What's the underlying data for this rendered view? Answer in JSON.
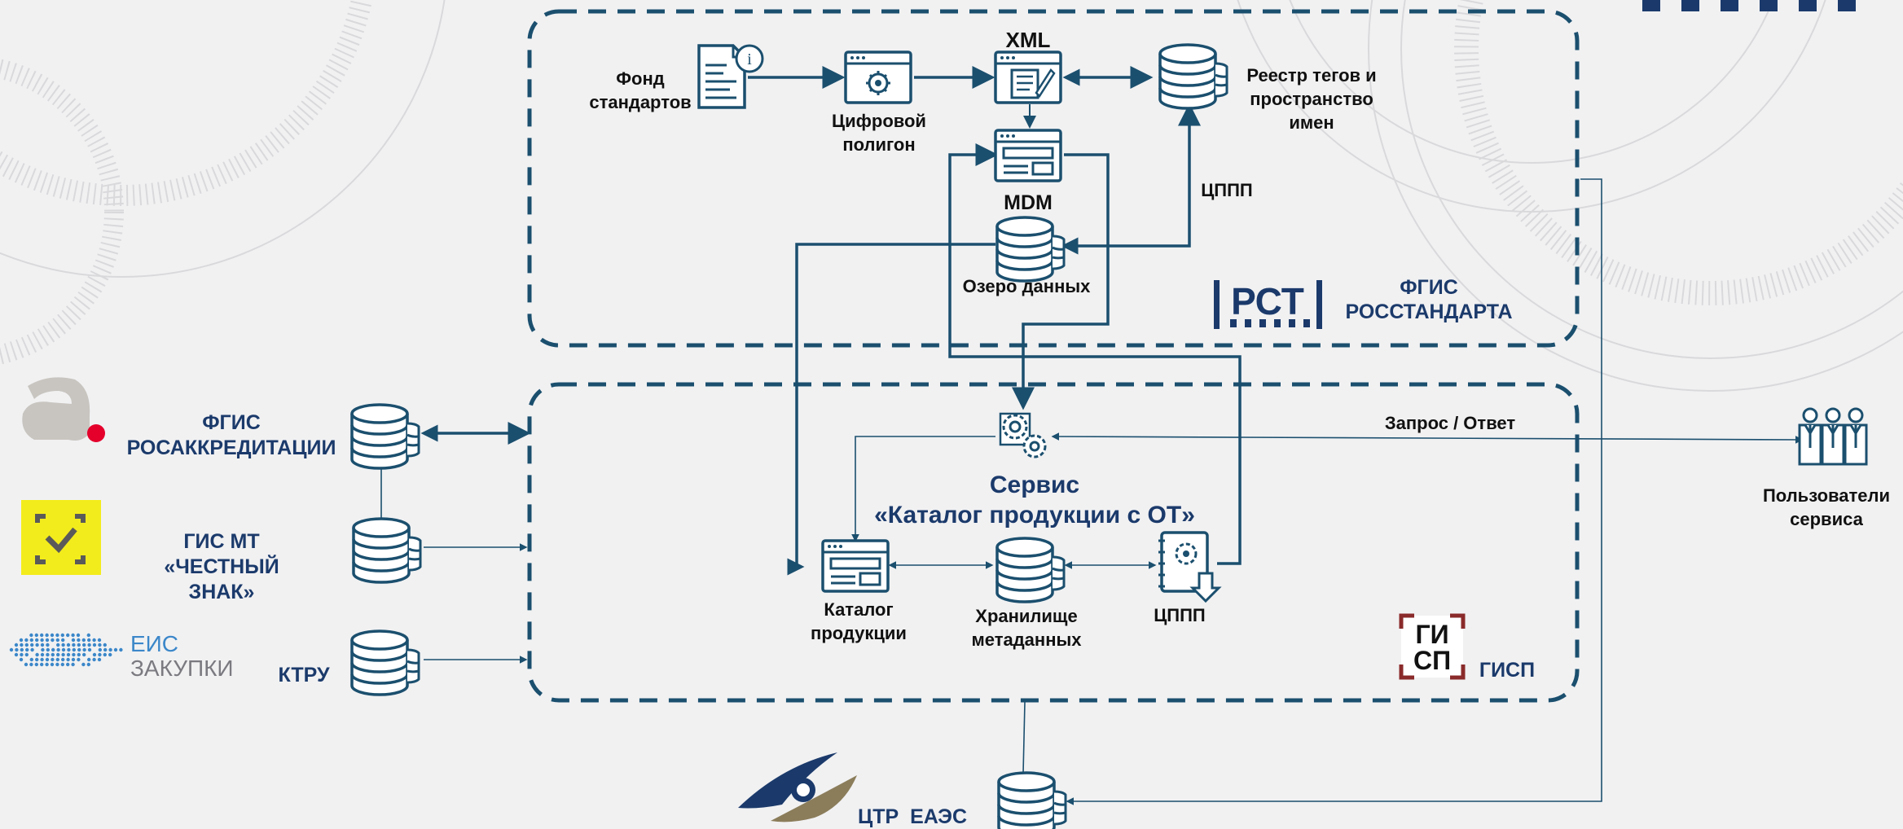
{
  "colors": {
    "accent": "#1b4f6e",
    "heading": "#1b3a6b",
    "red_dot": "#e4002b",
    "yellow_badge": "#f3ec1c",
    "eis_blue": "#3b87c9",
    "gisp_red": "#8a2a2a"
  },
  "rst_box": {
    "fond_label": "Фонд\nстандартов",
    "digital_label": "Цифровой\nполигон",
    "xml_label": "XML",
    "registry_label": "Реестр тегов и\nпространство\nимен",
    "mdm_label": "MDM",
    "cppp_label": "ЦППП",
    "lake_label": "Озеро данных",
    "rst_logo_text": "РСТ",
    "fgis_rst_label": "ФГИС\nРОССТАНДАРТА"
  },
  "gisp_box": {
    "query_label": "Запрос / Ответ",
    "service_title_1": "Сервис",
    "service_title_2": "«Каталог продукции с ОТ»",
    "catalog_label": "Каталог\nпродукции",
    "meta_label": "Хранилище\nметаданных",
    "cppp_label": "ЦППП",
    "gisp_logo_text_1": "ГИ",
    "gisp_logo_text_2": "СП",
    "gisp_label": "ГИСП"
  },
  "external": {
    "fgis_ra_label": "ФГИС\nРОСАККРЕДИТАЦИИ",
    "gis_mt_label": "ГИС МТ\n«ЧЕСТНЫЙ\nЗНАК»",
    "eis_logo_text_1": "ЕИС",
    "eis_logo_text_2": "ЗАКУПКИ",
    "ktru_label": "КТРУ",
    "ctr_label": "ЦТР  ЕАЭС",
    "users_label": "Пользователи\nсервиса"
  }
}
